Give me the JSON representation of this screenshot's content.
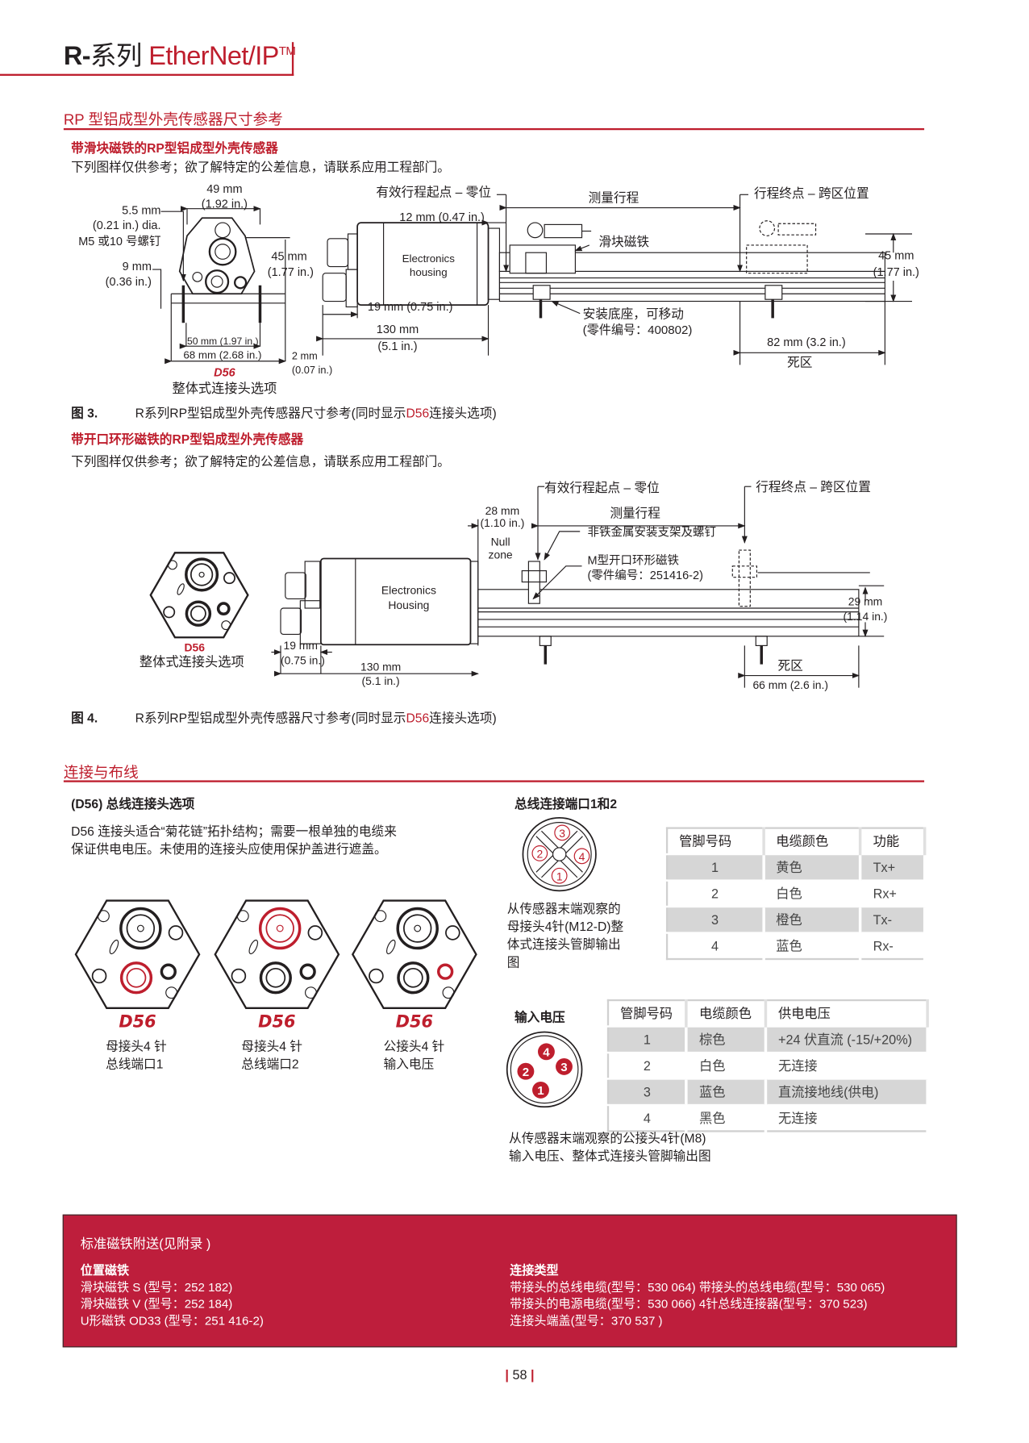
{
  "header": {
    "series": "R-",
    "series_cn": "系列",
    "protocol": "EtherNet/IP",
    "tm": "TM"
  },
  "section1": {
    "title": "RP 型铝成型外壳传感器尺寸参考",
    "fig3": {
      "subtitle": "带滑块磁铁的RP型铝成型外壳传感器",
      "note": "下列图样仅供参考；欲了解特定的公差信息，请联系应用工程部门。",
      "labels": {
        "w49": "49 mm",
        "w49in": "(1.92 in.)",
        "hole": "5.5 mm",
        "hole_in": "(0.21 in.) dia.",
        "screw": "M5 或10 号螺钉",
        "h9": "9 mm",
        "h9in": "(0.36 in.)",
        "h45": "45 mm",
        "h45in": "(1.77 in.)",
        "w50": "50 mm (1.97 in.)",
        "w68": "68 mm (2.68 in.)",
        "t2": "2 mm",
        "t2in": "(0.07 in.)",
        "d56": "D56",
        "integral": "整体式连接头选项",
        "start": "有效行程起点 – 零位",
        "stroke": "测量行程",
        "end": "行程终点 – 跨区位置",
        "null12": "12 mm (0.47 in.)",
        "slider": "滑块磁铁",
        "eh1": "Electronics",
        "eh2": "housing",
        "r45": "45 mm",
        "r45in": "(1.77 in.)",
        "w19": "19 mm (0.75 in.)",
        "w130": "130 mm",
        "w130in": "(5.1 in.)",
        "base1": "安装底座，可移动",
        "base2": "(零件编号：400802)",
        "dead82": "82 mm (3.2 in.)",
        "dead": "死区"
      },
      "caption_num": "图 3.",
      "caption_pre": "R系列RP型铝成型外壳传感器尺寸参考(同时显示",
      "caption_red": "D56",
      "caption_post": "连接头选项)"
    },
    "fig4": {
      "subtitle": "带开口环形磁铁的RP型铝成型外壳传感器",
      "note": "下列图样仅供参考；欲了解特定的公差信息，请联系应用工程部门。",
      "labels": {
        "start": "有效行程起点 – 零位",
        "end": "行程终点 – 跨区位置",
        "n28": "28 mm",
        "n28in": "(1.10 in.)",
        "stroke": "测量行程",
        "null1": "Null",
        "null2": "zone",
        "bracket": "非铁金属安装支架及螺钉",
        "ring1": "M型开口环形磁铁",
        "ring2": "(零件编号：251416-2)",
        "eh1": "Electronics",
        "eh2": "Housing",
        "h29": "29 mm",
        "h29in": "(1.14 in.)",
        "w19": "19 mm",
        "w19in": "(0.75 in.)",
        "w130": "130 mm",
        "w130in": "(5.1 in.)",
        "dead": "死区",
        "dead66": "66 mm (2.6 in.)",
        "d56": "D56",
        "integral": "整体式连接头选项"
      },
      "caption_num": "图 4.",
      "caption_pre": "R系列RP型铝成型外壳传感器尺寸参考(同时显示",
      "caption_red": "D56",
      "caption_post": "连接头选项)"
    }
  },
  "section2": {
    "title": "连接与布线",
    "d56_title": "(D56) 总线连接头选项",
    "d56_text1": "D56 连接头适合“菊花链”拓扑结构；需要一根单独的电缆来",
    "d56_text2": "保证供电电压。未使用的连接头应使用保护盖进行遮盖。",
    "connectors": [
      {
        "code": "D56",
        "line1": "母接头4 针",
        "line2": "总线端口1",
        "highlight": "bottom-left"
      },
      {
        "code": "D56",
        "line1": "母接头4 针",
        "line2": "总线端口2",
        "highlight": "top"
      },
      {
        "code": "D56",
        "line1": "公接头4 针",
        "line2": "输入电压",
        "highlight": "small"
      }
    ],
    "bus": {
      "title": "总线连接端口1和2",
      "pins": [
        "1",
        "2",
        "3",
        "4"
      ],
      "desc": [
        "从传感器末端观察的",
        "母接头4针(M12-D)整",
        "体式连接头管脚输出",
        "图"
      ],
      "table": {
        "headers": [
          "管脚号码",
          "电缆颜色",
          "功能"
        ],
        "rows": [
          [
            "1",
            "黄色",
            "Tx+"
          ],
          [
            "2",
            "白色",
            "Rx+"
          ],
          [
            "3",
            "橙色",
            "Tx-"
          ],
          [
            "4",
            "蓝色",
            "Rx-"
          ]
        ]
      }
    },
    "power": {
      "title": "输入电压",
      "pins": [
        "1",
        "2",
        "3",
        "4"
      ],
      "table": {
        "headers": [
          "管脚号码",
          "电缆颜色",
          "供电电压"
        ],
        "rows": [
          [
            "1",
            "棕色",
            "+24 伏直流 (-15/+20%)"
          ],
          [
            "2",
            "白色",
            "无连接"
          ],
          [
            "3",
            "蓝色",
            "直流接地线(供电)"
          ],
          [
            "4",
            "黑色",
            "无连接"
          ]
        ]
      },
      "desc": [
        "从传感器末端观察的公接头4针(M8)",
        "输入电压、整体式连接头管脚输出图"
      ]
    }
  },
  "infobox": {
    "title": "标准磁铁附送(见附录 )",
    "left_head": "位置磁铁",
    "left": [
      "滑块磁铁 S (型号：252  182)",
      "滑块磁铁 V (型号：252  184)",
      "U形磁铁 OD33 (型号：251 416-2)"
    ],
    "right_head": "连接类型",
    "right": [
      "带接头的总线电缆(型号：530 064)   带接头的总线电缆(型号：530 065)",
      "带接头的电源电缆(型号：530 066)   4针总线连接器(型号：370 523)",
      "连接头端盖(型号：370 537 )"
    ],
    "bg_color": "#be1e3c"
  },
  "page_number": "58",
  "colors": {
    "accent": "#be1e2d"
  }
}
